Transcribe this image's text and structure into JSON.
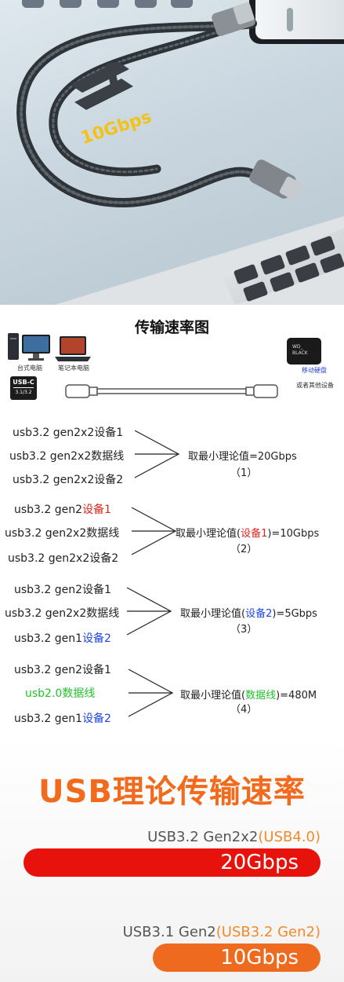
{
  "hero": {
    "speed_badge": "10Gbps",
    "icon_colors": {
      "cable": "#3a3f47",
      "badge_text": "#f2c21a"
    }
  },
  "diagram": {
    "title": "传输速率图",
    "devices": {
      "desktop": "台式电脑",
      "laptop": "笔记本电脑",
      "usbc_badge": {
        "line1": "USB-C",
        "line2": "3.1/3.2"
      },
      "drive_brand": {
        "line1": "WD_",
        "line2": "BLACK"
      },
      "drive_label": "移动硬盘",
      "other_label": "或者其他设备"
    },
    "groups": [
      {
        "rows": [
          {
            "parts": [
              {
                "text": "usb3.2 gen2x2设备1",
                "color": ""
              }
            ]
          },
          {
            "parts": [
              {
                "text": "usb3.2 gen2x2数据线",
                "color": ""
              }
            ]
          },
          {
            "parts": [
              {
                "text": "usb3.2 gen2x2设备2",
                "color": ""
              }
            ]
          }
        ],
        "result": [
          {
            "text": "取最小理论值=20Gbps",
            "color": ""
          }
        ],
        "index": "（1）"
      },
      {
        "rows": [
          {
            "parts": [
              {
                "text": "usb3.2 gen2",
                "color": ""
              },
              {
                "text": "设备1",
                "color": "red"
              }
            ]
          },
          {
            "parts": [
              {
                "text": "usb3.2 gen2x2数据线",
                "color": ""
              }
            ]
          },
          {
            "parts": [
              {
                "text": "usb3.2 gen2x2设备2",
                "color": ""
              }
            ]
          }
        ],
        "result": [
          {
            "text": "取最小理论值(",
            "color": ""
          },
          {
            "text": "设备1",
            "color": "red"
          },
          {
            "text": ")=10Gbps",
            "color": ""
          }
        ],
        "index": "（2）"
      },
      {
        "rows": [
          {
            "parts": [
              {
                "text": "usb3.2 gen2设备1",
                "color": ""
              }
            ]
          },
          {
            "parts": [
              {
                "text": "usb3.2 gen2x2数据线",
                "color": ""
              }
            ]
          },
          {
            "parts": [
              {
                "text": "usb3.2 gen1",
                "color": ""
              },
              {
                "text": "设备2",
                "color": "blue"
              }
            ]
          }
        ],
        "result": [
          {
            "text": "取最小理论值(",
            "color": ""
          },
          {
            "text": "设备2",
            "color": "blue"
          },
          {
            "text": ")=5Gbps",
            "color": ""
          }
        ],
        "index": "（3）"
      },
      {
        "rows": [
          {
            "parts": [
              {
                "text": "usb3.2 gen2设备1",
                "color": ""
              }
            ]
          },
          {
            "parts": [
              {
                "text": "usb2.0数据线",
                "color": "green"
              }
            ]
          },
          {
            "parts": [
              {
                "text": "usb3.2 gen1",
                "color": ""
              },
              {
                "text": "设备2",
                "color": "blue"
              }
            ]
          }
        ],
        "result": [
          {
            "text": "取最小理论值(",
            "color": ""
          },
          {
            "text": "数据线",
            "color": "green"
          },
          {
            "text": ")=480M",
            "color": ""
          }
        ],
        "index": "（4）"
      }
    ]
  },
  "speeds": {
    "title": "USB理论传输速率",
    "items": [
      {
        "label": "USB3.2 Gen2x2",
        "alias": "(USB4.0)",
        "speed": "20Gbps",
        "color": "#e8120c"
      },
      {
        "label": "USB3.1 Gen2",
        "alias": "(USB3.2 Gen2)",
        "speed": "10Gbps",
        "color": "#ee6a1e"
      }
    ]
  }
}
